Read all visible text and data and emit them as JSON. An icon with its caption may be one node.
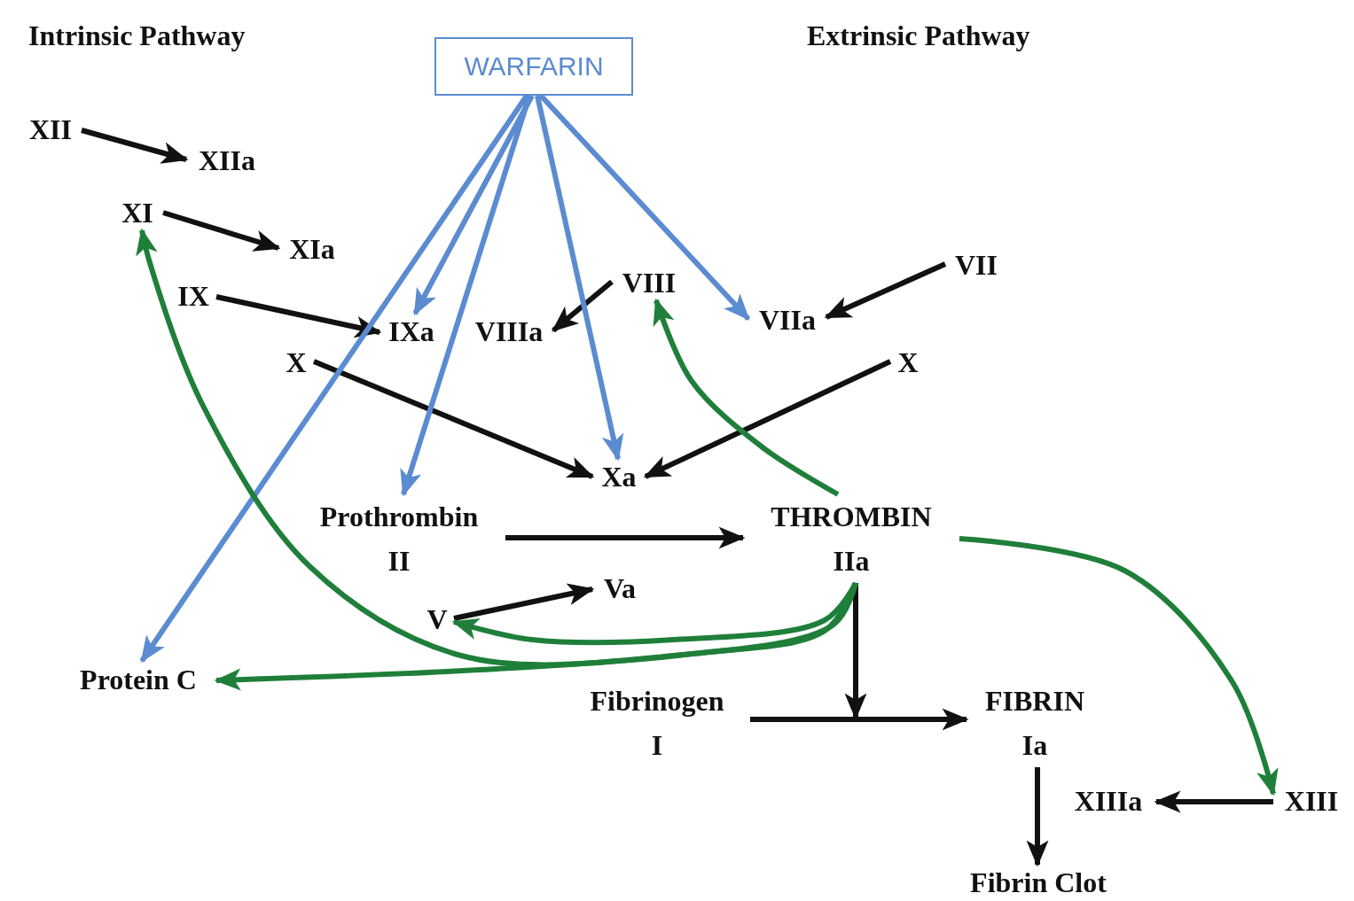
{
  "diagram": {
    "nodes": [
      {
        "text": [
          "WARFARIN"
        ]
      },
      {
        "text": [
          "XII"
        ]
      },
      {
        "text": [
          "XIIa"
        ]
      },
      {
        "text": [
          "XI"
        ]
      },
      {
        "text": [
          "XIa"
        ]
      },
      {
        "text": [
          "IX"
        ]
      },
      {
        "text": [
          "IXa"
        ]
      },
      {
        "text": [
          "VIIIa"
        ]
      },
      {
        "text": [
          "VIII"
        ]
      },
      {
        "text": [
          "X"
        ]
      },
      {
        "text": [
          "VIIa"
        ]
      },
      {
        "text": [
          "VII"
        ]
      },
      {
        "text": [
          "X"
        ]
      },
      {
        "text": [
          "Xa"
        ]
      },
      {
        "text": [
          "Prothrombin",
          "II"
        ]
      },
      {
        "text": [
          "THROMBIN",
          "IIa"
        ]
      },
      {
        "text": [
          "V"
        ]
      },
      {
        "text": [
          "Va"
        ]
      },
      {
        "text": [
          "Protein C"
        ]
      },
      {
        "text": [
          "Fibrinogen",
          "I"
        ]
      },
      {
        "text": [
          "FIBRIN",
          "Ia"
        ]
      },
      {
        "text": [
          "XIIIa"
        ]
      },
      {
        "text": [
          "XIII"
        ]
      },
      {
        "text": [
          "Fibrin Clot"
        ]
      }
    ],
    "edges": [
      {
        "from": 1,
        "to": 2,
        "arrow": "to"
      },
      {
        "from": 3,
        "to": 4,
        "arrow": "to"
      },
      {
        "from": 5,
        "to": 6,
        "arrow": "to"
      },
      {
        "from": 8,
        "to": 7,
        "arrow": "to"
      },
      {
        "from": 11,
        "to": 10,
        "arrow": "to"
      },
      {
        "from": 9,
        "to": 13,
        "arrow": "to"
      },
      {
        "from": 12,
        "to": 13,
        "arrow": "to"
      },
      {
        "from": 14,
        "to": 15,
        "arrow": "to"
      },
      {
        "from": 16,
        "to": 17,
        "arrow": "to"
      },
      {
        "from": 19,
        "to": 20,
        "arrow": "to"
      },
      {
        "from": 15,
        "to": null,
        "arrow": "to"
      },
      {
        "from": 20,
        "to": 23,
        "arrow": "to"
      },
      {
        "from": 22,
        "to": 21,
        "arrow": "to"
      },
      {
        "from": 0,
        "to": 6,
        "arrow": "to",
        "color": "#5b8bd0"
      },
      {
        "from": 0,
        "to": 14,
        "arrow": "to",
        "color": "#5b8bd0"
      },
      {
        "from": 0,
        "to": 13,
        "arrow": "to",
        "color": "#5b8bd0"
      },
      {
        "from": 0,
        "to": 10,
        "arrow": "to",
        "color": "#5b8bd0"
      },
      {
        "from": 0,
        "to": 18,
        "arrow": "to",
        "color": "#5b8bd0"
      },
      {
        "from": 15,
        "to": 8,
        "arrow": "to",
        "color": "#1f7f3a"
      },
      {
        "from": 15,
        "to": 3,
        "arrow": "to",
        "color": "#1f7f3a"
      },
      {
        "from": 15,
        "to": 16,
        "arrow": "to",
        "color": "#1f7f3a"
      },
      {
        "from": 15,
        "to": 18,
        "arrow": "to",
        "color": "#1f7f3a"
      },
      {
        "from": 15,
        "to": 22,
        "arrow": "to",
        "color": "#1f7f3a"
      }
    ],
    "labels": [
      "Intrinsic Pathway",
      "Extrinsic Pathway"
    ]
  }
}
